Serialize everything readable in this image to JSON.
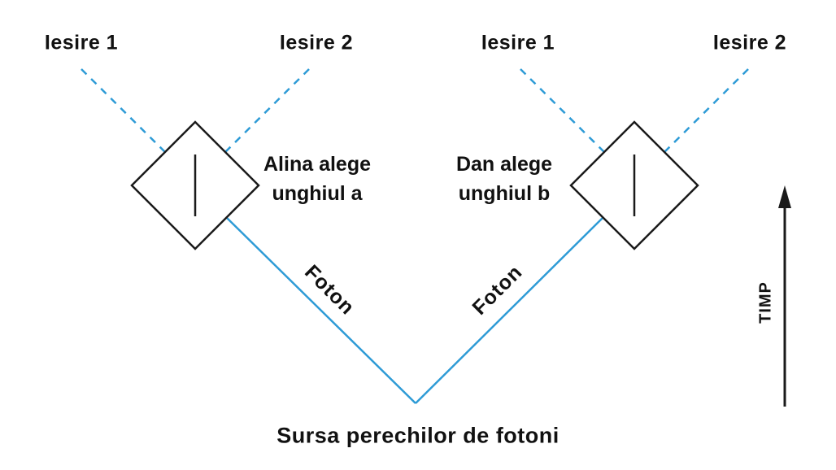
{
  "diagram": {
    "title_hidden": "",
    "left_detector": {
      "exit1_label": "Iesire 1",
      "exit2_label": "Iesire 2",
      "chooser_line1": "Alina alege",
      "chooser_line2": "unghiul a"
    },
    "right_detector": {
      "exit1_label": "Iesire 1",
      "exit2_label": "Iesire 2",
      "chooser_line1": "Dan alege",
      "chooser_line2": "unghiul b"
    },
    "left_photon_label": "Foton",
    "right_photon_label": "Foton",
    "source_label": "Sursa perechilor de fotoni",
    "time_axis_label": "TIMP",
    "colors": {
      "photon_line_blue": "#2E9BD6",
      "dashed_exit_blue": "#2E9BD6",
      "diagram_black": "#1a1a1a"
    }
  }
}
